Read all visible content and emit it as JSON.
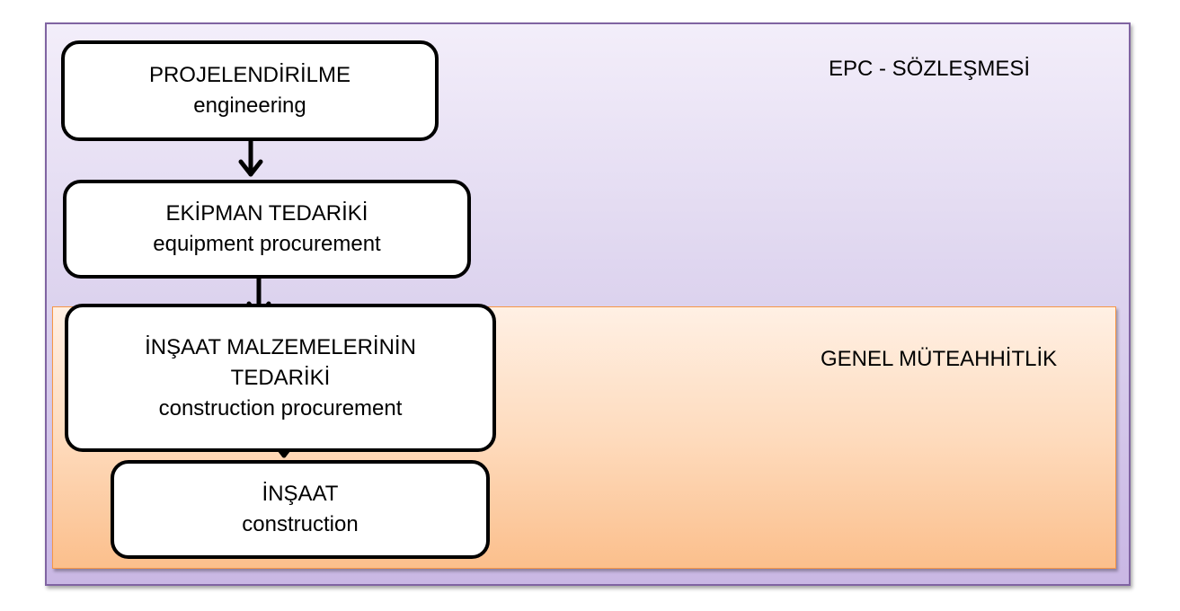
{
  "regions": {
    "epc": {
      "label": "EPC - SÖZLEŞMESİ",
      "fill": "#e2d9f0",
      "border": "#8064a2"
    },
    "general_contracting": {
      "label": "GENEL MÜTEAHHİTLİK",
      "fill": "#fdd9b9",
      "border": "#f79646"
    }
  },
  "steps": [
    {
      "title": "PROJELENDİRİLME",
      "subtitle": "engineering"
    },
    {
      "title": "EKİPMAN TEDARİKİ",
      "subtitle": "equipment procurement"
    },
    {
      "title_line1": "İNŞAAT MALZEMELERİNİN",
      "title_line2": "TEDARİKİ",
      "subtitle": "construction procurement"
    },
    {
      "title": "İNŞAAT",
      "subtitle": "construction"
    }
  ],
  "connections": [
    {
      "from": "PROJELENDİRİLME",
      "to": "EKİPMAN TEDARİKİ"
    },
    {
      "from": "EKİPMAN TEDARİKİ",
      "to": "İNŞAAT MALZEMELERİNİN TEDARİKİ"
    },
    {
      "from": "İNŞAAT MALZEMELERİNİN TEDARİKİ",
      "to": "İNŞAAT"
    }
  ]
}
